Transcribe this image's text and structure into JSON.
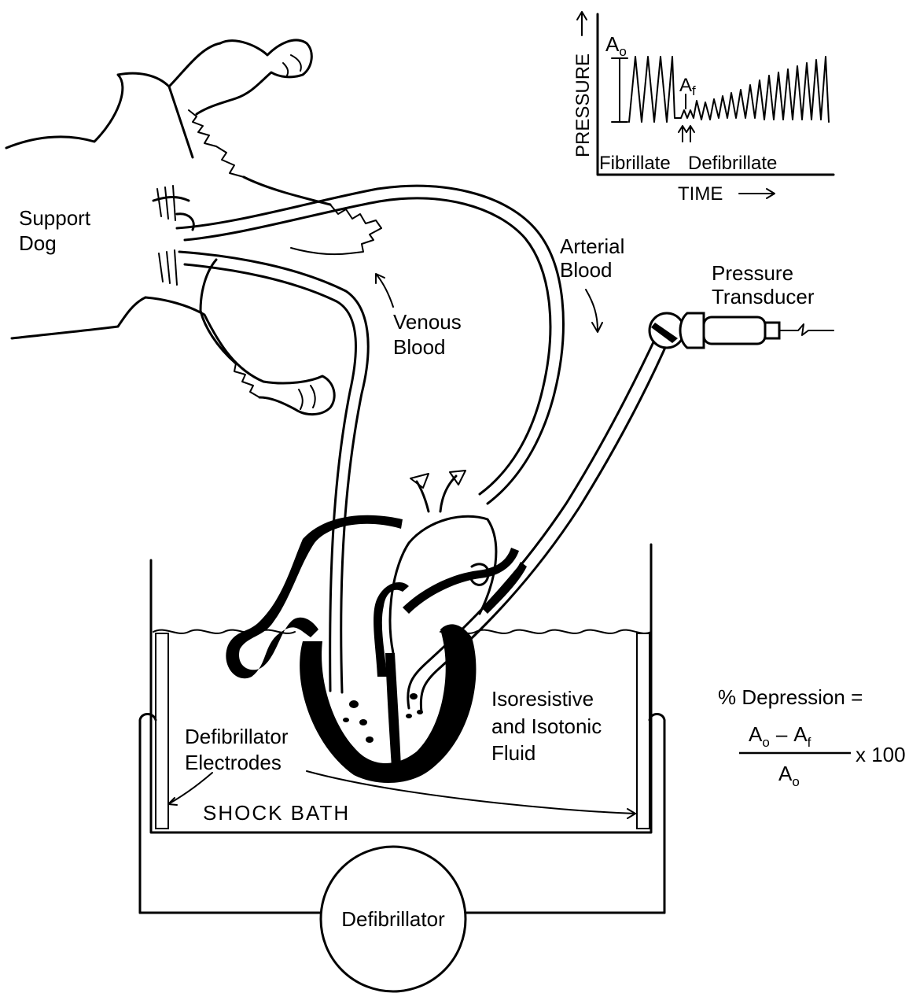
{
  "labels": {
    "support_dog": [
      "Support",
      "Dog"
    ],
    "arterial_blood": [
      "Arterial",
      "Blood"
    ],
    "venous_blood": [
      "Venous",
      "Blood"
    ],
    "pressure_transducer": [
      "Pressure",
      "Transducer"
    ],
    "fluid": [
      "Isoresistive",
      "and Isotonic",
      "Fluid"
    ],
    "electrodes": [
      "Defibrillator",
      "Electrodes"
    ],
    "shock_bath": "SHOCK BATH",
    "defibrillator": "Defibrillator"
  },
  "inset_plot": {
    "y_axis_label": "PRESSURE",
    "x_axis_label": "TIME",
    "a0_label": "A",
    "a0_sub": "o",
    "af_label": "A",
    "af_sub": "f",
    "fibrillate_label": "Fibrillate",
    "defibrillate_label": "Defibrillate"
  },
  "formula": {
    "lhs": "% Depression =",
    "numerator_a": "A",
    "numerator_a_sub": "o",
    "minus": "–",
    "numerator_b": "A",
    "numerator_b_sub": "f",
    "denominator": "A",
    "denominator_sub": "o",
    "multiplier": "x 100"
  }
}
